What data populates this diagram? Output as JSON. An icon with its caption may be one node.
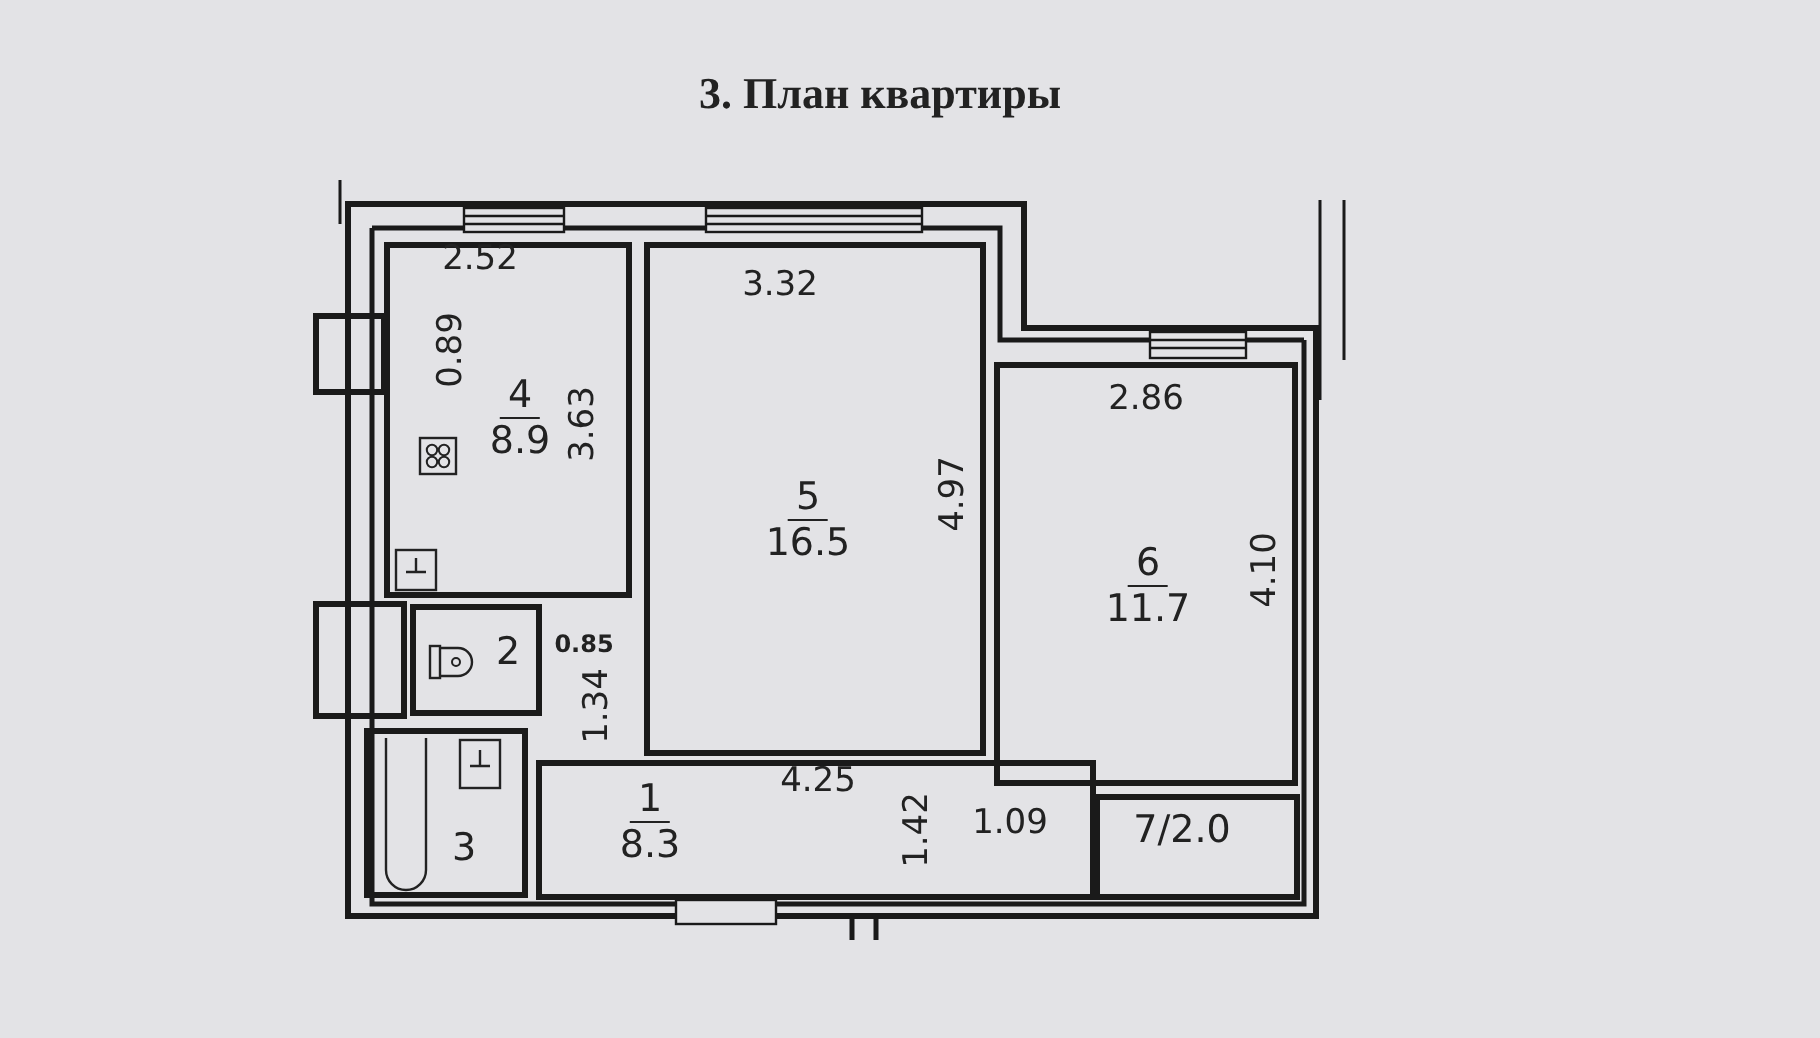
{
  "diagram": {
    "title": "3. План квартиры",
    "nodes": [
      {
        "text": [
          "4",
          "8.9"
        ]
      },
      {
        "text": [
          "5",
          "16.5"
        ]
      },
      {
        "text": [
          "6",
          "11.7"
        ]
      },
      {
        "text": [
          "2"
        ]
      },
      {
        "text": [
          "3"
        ]
      },
      {
        "text": [
          "1",
          "8.3"
        ]
      },
      {
        "text": [
          "7/2.0"
        ]
      }
    ],
    "labels": [
      "2.52",
      "0.89",
      "3.63",
      "3.32",
      "4.97",
      "2.86",
      "4.10",
      "0.85",
      "1.34",
      "4.25",
      "1.42",
      "1.09"
    ]
  }
}
